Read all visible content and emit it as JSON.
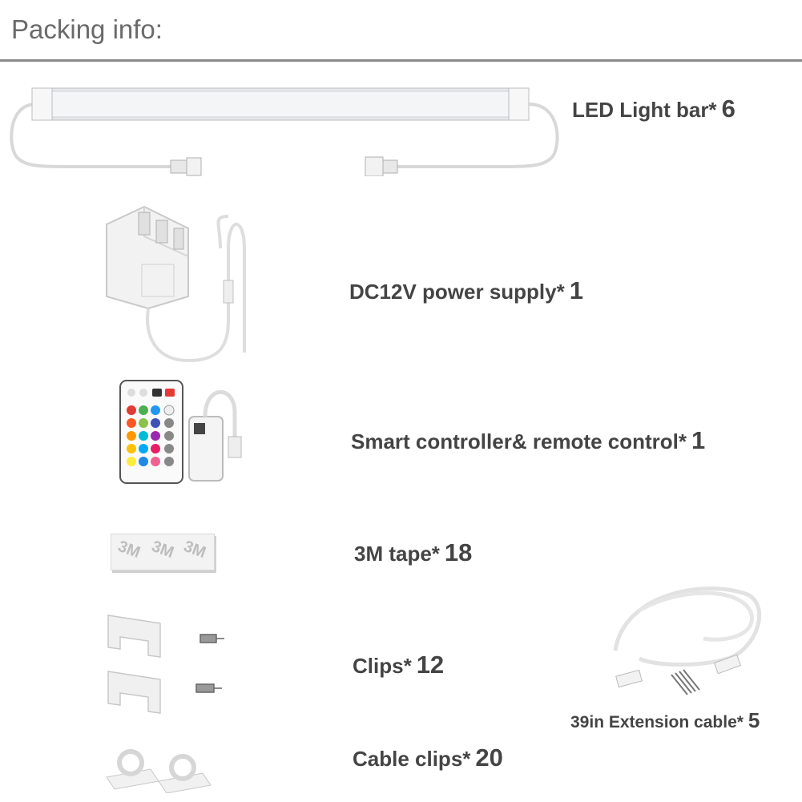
{
  "header": {
    "title": "Packing info:"
  },
  "items": [
    {
      "name": "LED Light bar*",
      "qty": "6"
    },
    {
      "name": "DC12V power supply*",
      "qty": "1"
    },
    {
      "name": "Smart controller& remote control*",
      "qty": "1"
    },
    {
      "name": "3M tape*",
      "qty": "18"
    },
    {
      "name": "Clips*",
      "qty": "12"
    },
    {
      "name": "Cable clips*",
      "qty": "20"
    },
    {
      "name": "39in Extension cable*",
      "qty": "5"
    }
  ],
  "images": {
    "tape_lettering": "3M"
  },
  "colors": {
    "accent_gray": "#8a8a8a",
    "remote_buttons": [
      "#e53935",
      "#ff9800",
      "#ffeb3b",
      "#4caf50",
      "#00bcd4",
      "#2196f3",
      "#9c27b0",
      "#e91e63",
      "#8bc34a",
      "#3f51b5"
    ]
  }
}
